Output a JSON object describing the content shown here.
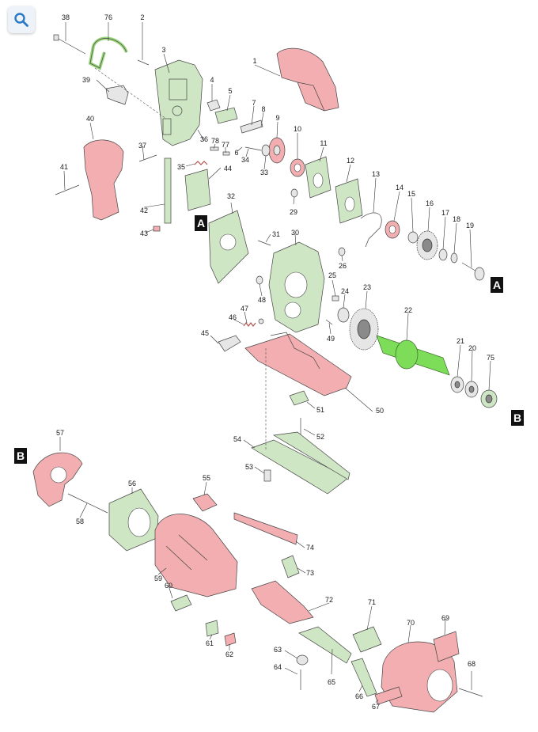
{
  "toolbar": {
    "search_icon": "magnifier-search-icon"
  },
  "callouts": {
    "a_top": "A",
    "a_mid": "A",
    "b_right": "B",
    "b_left": "B"
  },
  "labels": {
    "p1": "1",
    "p2": "2",
    "p3": "3",
    "p4": "4",
    "p5": "5",
    "p6": "6",
    "p7": "7",
    "p8": "8",
    "p9": "9",
    "p10": "10",
    "p11": "11",
    "p12": "12",
    "p13": "13",
    "p14": "14",
    "p15": "15",
    "p16": "16",
    "p17": "17",
    "p18": "18",
    "p19": "19",
    "p20": "20",
    "p21": "21",
    "p22": "22",
    "p23": "23",
    "p24": "24",
    "p25": "25",
    "p26": "26",
    "p29": "29",
    "p30": "30",
    "p31": "31",
    "p32": "32",
    "p33": "33",
    "p34": "34",
    "p35": "35",
    "p36": "36",
    "p37": "37",
    "p38": "38",
    "p39": "39",
    "p40": "40",
    "p41": "41",
    "p42": "42",
    "p43": "43",
    "p44": "44",
    "p45": "45",
    "p46": "46",
    "p47": "47",
    "p48": "48",
    "p49": "49",
    "p50": "50",
    "p51": "51",
    "p52": "52",
    "p53": "53",
    "p54": "54",
    "p55": "55",
    "p56": "56",
    "p57": "57",
    "p58": "58",
    "p59": "59",
    "p60": "60",
    "p61": "61",
    "p62": "62",
    "p63": "63",
    "p64": "64",
    "p65": "65",
    "p66": "66",
    "p67": "67",
    "p68": "68",
    "p69": "69",
    "p70": "70",
    "p71": "71",
    "p72": "72",
    "p73": "73",
    "p74": "74",
    "p75": "75",
    "p76": "76",
    "p77": "77",
    "p78": "78"
  },
  "colors": {
    "red_part": "#f2aeb0",
    "green_part": "#cfe6c4",
    "armature_green": "#7ddc58",
    "callout": "#111111"
  }
}
